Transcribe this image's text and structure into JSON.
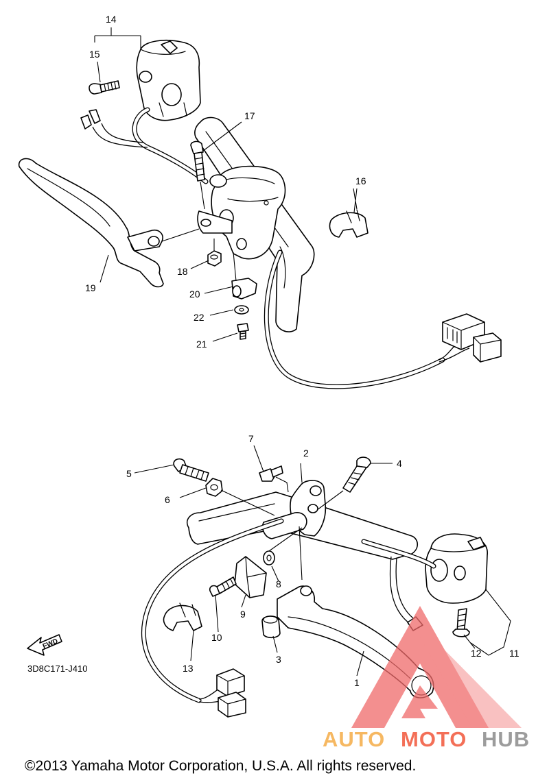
{
  "callouts": {
    "c1": "1",
    "c2": "2",
    "c3": "3",
    "c4": "4",
    "c5": "5",
    "c6": "6",
    "c7": "7",
    "c8": "8",
    "c9": "9",
    "c10": "10",
    "c11": "11",
    "c12": "12",
    "c13": "13",
    "c14": "14",
    "c15": "15",
    "c16": "16",
    "c17": "17",
    "c18": "18",
    "c19": "19",
    "c20": "20",
    "c21": "21",
    "c22": "22"
  },
  "fwd_label": "FWD",
  "diagram_code": "3D8C171-J410",
  "copyright": "©2013 Yamaha Motor Corporation, U.S.A. All rights reserved.",
  "watermark": {
    "auto": "AUTO",
    "moto": "MOTO",
    "hub": "HUB",
    "colors": {
      "auto": "#f6b862",
      "moto": "#f36f57",
      "hub": "#9c9c9c",
      "logo": "#f06a6a"
    }
  }
}
